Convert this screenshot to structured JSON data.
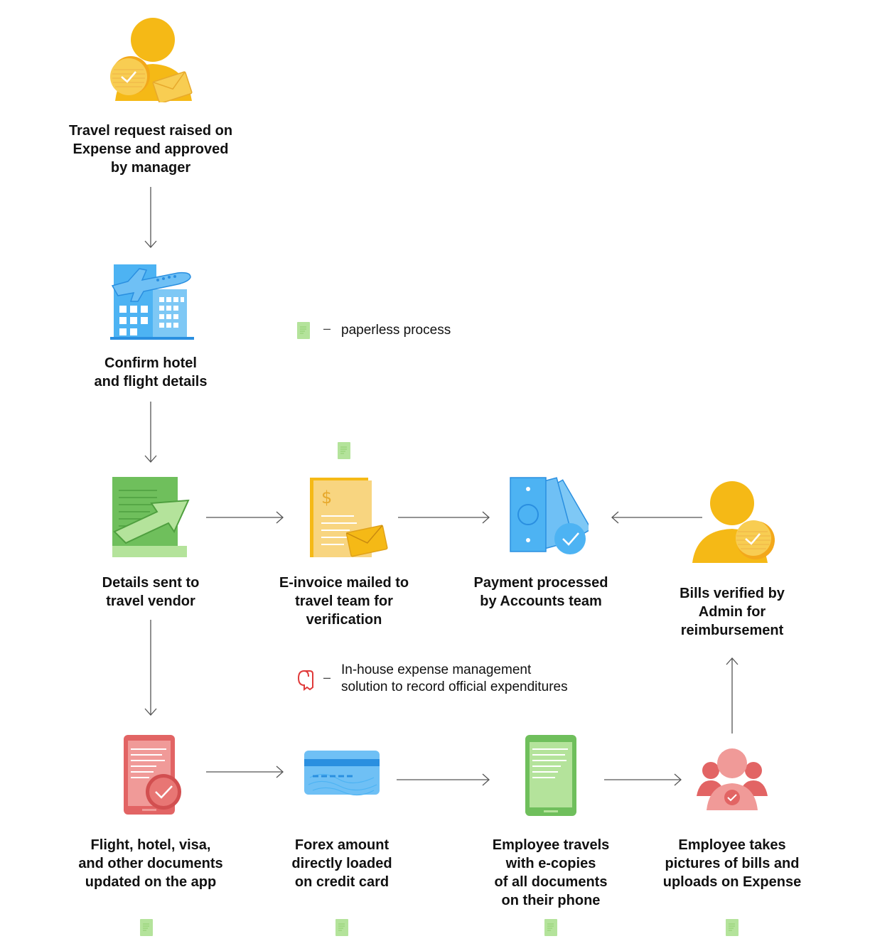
{
  "legend": {
    "paperless": "paperless process",
    "inhouse_line1": "In-house expense management",
    "inhouse_line2": "solution to record official expenditures",
    "dash": "–"
  },
  "colors": {
    "yellow": "#f5b916",
    "yellow_light": "#f8cd52",
    "blue": "#4db3f3",
    "blue_dark": "#2a8fe0",
    "green": "#8fcf6f",
    "green_light": "#b4e39b",
    "red": "#e26464",
    "red_light": "#f09a98",
    "arrow": "#555555"
  },
  "steps": {
    "travel_request": [
      "Travel request raised on",
      "Expense and approved",
      "by manager"
    ],
    "confirm_hotel": [
      "Confirm hotel",
      "and flight details"
    ],
    "details_sent": [
      "Details sent to",
      "travel vendor"
    ],
    "einvoice": [
      "E-invoice mailed to",
      "travel team for",
      "verification"
    ],
    "payment": [
      "Payment processed",
      "by Accounts team"
    ],
    "bills_verified": [
      "Bills verified by",
      "Admin for",
      "reimbursement"
    ],
    "documents_updated": [
      "Flight, hotel, visa,",
      "and other documents",
      "updated on the app"
    ],
    "forex": [
      "Forex amount",
      "directly loaded",
      "on credit card"
    ],
    "employee_travels": [
      "Employee travels",
      "with e-copies",
      "of all documents",
      "on their phone"
    ],
    "employee_pictures": [
      "Employee takes",
      "pictures of bills and",
      "uploads on Expense"
    ]
  }
}
